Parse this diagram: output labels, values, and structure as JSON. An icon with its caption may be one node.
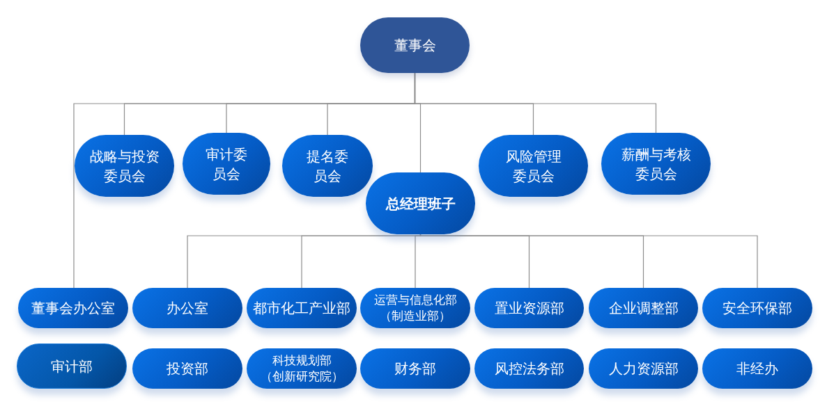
{
  "diagram": {
    "nodes": [
      {
        "text": [
          "董事会"
        ]
      },
      {
        "text": [
          "战略与投资委员会"
        ]
      },
      {
        "text": [
          "审计委员会"
        ]
      },
      {
        "text": [
          "提名委员会"
        ]
      },
      {
        "text": [
          "总经理班子"
        ]
      },
      {
        "text": [
          "风险管理委员会"
        ]
      },
      {
        "text": [
          "薪酬与考核委员会"
        ]
      },
      {
        "text": [
          "董事会办公室"
        ]
      },
      {
        "text": [
          "办公室"
        ]
      },
      {
        "text": [
          "都市化工产业部"
        ]
      },
      {
        "text": [
          "运营与信息化部",
          "（制造业部）"
        ]
      },
      {
        "text": [
          "置业资源部"
        ]
      },
      {
        "text": [
          "企业调整部"
        ]
      },
      {
        "text": [
          "安全环保部"
        ]
      },
      {
        "text": [
          "审计部"
        ]
      },
      {
        "text": [
          "投资部"
        ]
      },
      {
        "text": [
          "科技规划部",
          "（创新研究院）"
        ]
      },
      {
        "text": [
          "财务部"
        ]
      },
      {
        "text": [
          "风控法务部"
        ]
      },
      {
        "text": [
          "人力资源部"
        ]
      },
      {
        "text": [
          "非经办"
        ]
      }
    ],
    "edges": [
      {
        "from": 0,
        "to": 1,
        "arrow": "none"
      },
      {
        "from": 0,
        "to": 2,
        "arrow": "none"
      },
      {
        "from": 0,
        "to": 3,
        "arrow": "none"
      },
      {
        "from": 0,
        "to": 4,
        "arrow": "none"
      },
      {
        "from": 0,
        "to": 5,
        "arrow": "none"
      },
      {
        "from": 0,
        "to": 6,
        "arrow": "none"
      },
      {
        "from": 0,
        "to": 7,
        "arrow": "none"
      },
      {
        "from": 4,
        "to": 8,
        "arrow": "none"
      },
      {
        "from": 4,
        "to": 9,
        "arrow": "none"
      },
      {
        "from": 4,
        "to": 10,
        "arrow": "none"
      },
      {
        "from": 4,
        "to": 11,
        "arrow": "none"
      },
      {
        "from": 4,
        "to": 12,
        "arrow": "none"
      },
      {
        "from": 4,
        "to": 13,
        "arrow": "none"
      }
    ]
  }
}
